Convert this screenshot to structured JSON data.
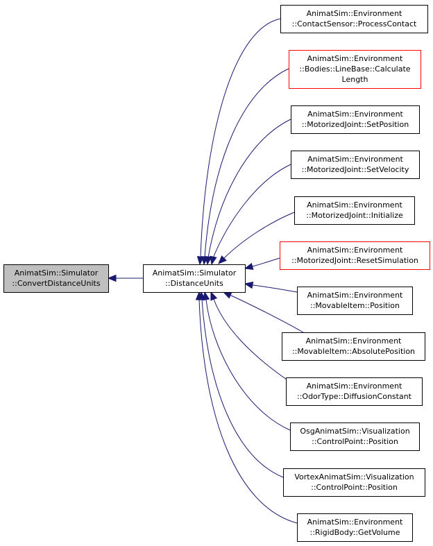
{
  "colors": {
    "edge": "#191970",
    "border_normal": "#000000",
    "border_truncated": "#ff0000",
    "root_fill": "#bfbfbf",
    "node_fill": "#ffffff"
  },
  "nodes": [
    {
      "id": "convert-distance-units",
      "lines": [
        "AnimatSim::Simulator",
        "::ConvertDistanceUnits"
      ],
      "style": "root"
    },
    {
      "id": "distance-units",
      "lines": [
        "AnimatSim::Simulator",
        "::DistanceUnits"
      ],
      "style": "normal"
    },
    {
      "id": "process-contact",
      "lines": [
        "AnimatSim::Environment",
        "::ContactSensor::ProcessContact"
      ],
      "style": "normal"
    },
    {
      "id": "calculate-length",
      "lines": [
        "AnimatSim::Environment",
        "::Bodies::LineBase::Calculate",
        "Length"
      ],
      "style": "truncated"
    },
    {
      "id": "set-position",
      "lines": [
        "AnimatSim::Environment",
        "::MotorizedJoint::SetPosition"
      ],
      "style": "normal"
    },
    {
      "id": "set-velocity",
      "lines": [
        "AnimatSim::Environment",
        "::MotorizedJoint::SetVelocity"
      ],
      "style": "normal"
    },
    {
      "id": "initialize",
      "lines": [
        "AnimatSim::Environment",
        "::MotorizedJoint::Initialize"
      ],
      "style": "normal"
    },
    {
      "id": "reset-simulation",
      "lines": [
        "AnimatSim::Environment",
        "::MotorizedJoint::ResetSimulation"
      ],
      "style": "truncated"
    },
    {
      "id": "movable-position",
      "lines": [
        "AnimatSim::Environment",
        "::MovableItem::Position"
      ],
      "style": "normal"
    },
    {
      "id": "absolute-position",
      "lines": [
        "AnimatSim::Environment",
        "::MovableItem::AbsolutePosition"
      ],
      "style": "normal"
    },
    {
      "id": "diffusion-constant",
      "lines": [
        "AnimatSim::Environment",
        "::OdorType::DiffusionConstant"
      ],
      "style": "normal"
    },
    {
      "id": "osg-control-point",
      "lines": [
        "OsgAnimatSim::Visualization",
        "::ControlPoint::Position"
      ],
      "style": "normal"
    },
    {
      "id": "vortex-control-point",
      "lines": [
        "VortexAnimatSim::Visualization",
        "::ControlPoint::Position"
      ],
      "style": "normal"
    },
    {
      "id": "get-volume",
      "lines": [
        "AnimatSim::Environment",
        "::RigidBody::GetVolume"
      ],
      "style": "normal"
    }
  ],
  "edges": [
    {
      "from": "distance-units",
      "to": "convert-distance-units"
    },
    {
      "from": "process-contact",
      "to": "distance-units"
    },
    {
      "from": "calculate-length",
      "to": "distance-units"
    },
    {
      "from": "set-position",
      "to": "distance-units"
    },
    {
      "from": "set-velocity",
      "to": "distance-units"
    },
    {
      "from": "initialize",
      "to": "distance-units"
    },
    {
      "from": "reset-simulation",
      "to": "distance-units"
    },
    {
      "from": "movable-position",
      "to": "distance-units"
    },
    {
      "from": "absolute-position",
      "to": "distance-units"
    },
    {
      "from": "diffusion-constant",
      "to": "distance-units"
    },
    {
      "from": "osg-control-point",
      "to": "distance-units"
    },
    {
      "from": "vortex-control-point",
      "to": "distance-units"
    },
    {
      "from": "get-volume",
      "to": "distance-units"
    }
  ]
}
